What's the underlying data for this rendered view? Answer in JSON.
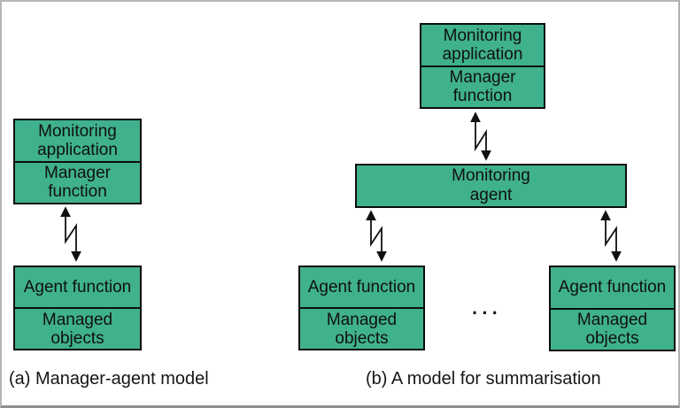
{
  "colors": {
    "box_fill": "#3fb18d",
    "box_border": "#0d0d0d",
    "frame_border": "#b6b6b6",
    "arrow": "#111111"
  },
  "diagram_a": {
    "caption": "(a) Manager-agent model",
    "manager_box": {
      "cell1": "Monitoring application",
      "cell2": "Manager function"
    },
    "agent_box": {
      "cell1": "Agent function",
      "cell2": "Managed objects"
    }
  },
  "diagram_b": {
    "caption": "(b) A model for summarisation",
    "manager_box": {
      "cell1": "Monitoring application",
      "cell2": "Manager function"
    },
    "monitoring_agent_box": {
      "label": "Monitoring agent"
    },
    "agent_box_left": {
      "cell1": "Agent function",
      "cell2": "Managed objects"
    },
    "agent_box_right": {
      "cell1": "Agent function",
      "cell2": "Managed objects"
    },
    "ellipsis": "···"
  }
}
